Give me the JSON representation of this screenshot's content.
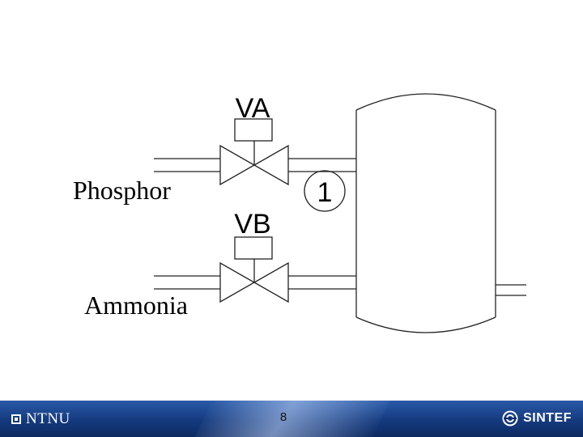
{
  "diagram": {
    "valve_top_label": "VA",
    "valve_bottom_label": "VB",
    "inlet_top_label": "Phosphor",
    "inlet_bottom_label": "Ammonia",
    "node_label": "1"
  },
  "footer": {
    "left_logo": "NTNU",
    "page_number": "8",
    "right_logo": "SINTEF"
  }
}
